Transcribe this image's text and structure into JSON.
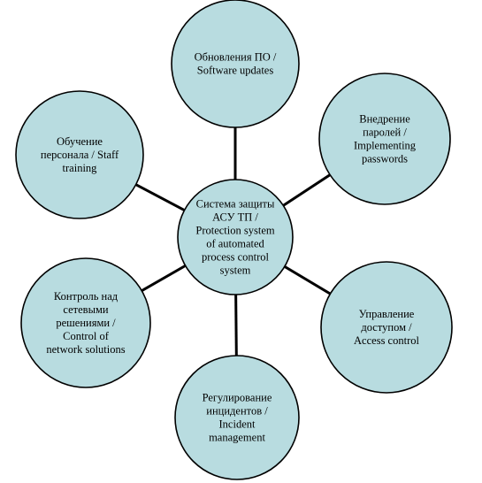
{
  "diagram": {
    "center": {
      "lines": [
        "Система защиты",
        "АСУ ТП /",
        "Protection system",
        "of automated",
        "process control",
        "system"
      ]
    },
    "nodes": [
      {
        "id": "software-updates",
        "lines": [
          "Обновления ПО /",
          "Software updates"
        ]
      },
      {
        "id": "passwords",
        "lines": [
          "Внедрение",
          "паролей /",
          "Implementing",
          "passwords"
        ]
      },
      {
        "id": "access-control",
        "lines": [
          "Управление",
          "доступом /",
          "Access control"
        ]
      },
      {
        "id": "incident-management",
        "lines": [
          "Регулирование",
          "инцидентов /",
          "Incident",
          "management"
        ]
      },
      {
        "id": "network-control",
        "lines": [
          "Контроль над",
          "сетевыми",
          "решениями /",
          "Control of",
          "network solutions"
        ]
      },
      {
        "id": "staff-training",
        "lines": [
          "Обучение",
          "персонала / Staff",
          "training"
        ]
      }
    ],
    "colors": {
      "fill": "#b8dce0",
      "stroke": "#000000"
    }
  }
}
